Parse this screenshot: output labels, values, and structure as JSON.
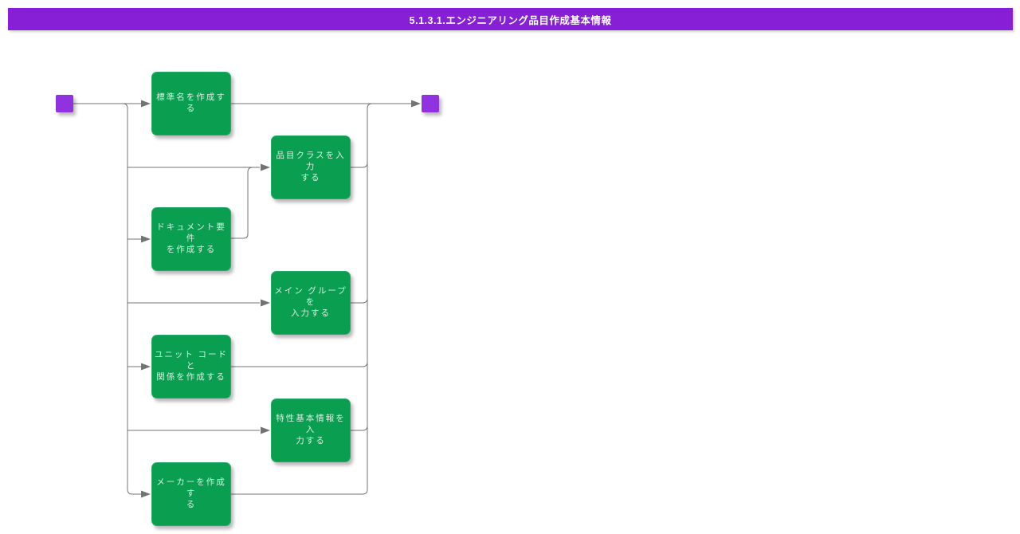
{
  "header": {
    "title": "5.1.3.1.エンジニアリング品目作成基本情報"
  },
  "diagram": {
    "type": "activity-flow",
    "start_node": "start",
    "end_node": "end",
    "activities": [
      {
        "id": "create-standard-name",
        "label": "標準名を作成する"
      },
      {
        "id": "enter-item-class",
        "label": "品目クラスを入力\nする"
      },
      {
        "id": "create-document-requirements",
        "label": "ドキュメント要件\nを作成する"
      },
      {
        "id": "enter-main-group",
        "label": "メイン グループを\n入力する"
      },
      {
        "id": "create-unit-code-relations",
        "label": "ユニット コードと\n関係を作成する"
      },
      {
        "id": "enter-characteristic-basic-info",
        "label": "特性基本情報を入\n力する"
      },
      {
        "id": "create-manufacturer",
        "label": "メーカーを作成す\nる"
      }
    ],
    "edges": [
      {
        "from": "start",
        "to": "create-standard-name"
      },
      {
        "from": "start",
        "to": "enter-item-class"
      },
      {
        "from": "start",
        "to": "create-document-requirements"
      },
      {
        "from": "start",
        "to": "enter-main-group"
      },
      {
        "from": "start",
        "to": "create-unit-code-relations"
      },
      {
        "from": "start",
        "to": "enter-characteristic-basic-info"
      },
      {
        "from": "start",
        "to": "create-manufacturer"
      },
      {
        "from": "create-document-requirements",
        "to": "enter-item-class"
      },
      {
        "from": "create-standard-name",
        "to": "end"
      },
      {
        "from": "enter-item-class",
        "to": "end"
      },
      {
        "from": "enter-main-group",
        "to": "end"
      },
      {
        "from": "create-unit-code-relations",
        "to": "end"
      },
      {
        "from": "enter-characteristic-basic-info",
        "to": "end"
      },
      {
        "from": "create-manufacturer",
        "to": "end"
      }
    ],
    "colors": {
      "header_fill": "#871fd7",
      "header_text": "#ffffff",
      "terminal_fill": "#9132e0",
      "activity_fill": "#0a9e50",
      "activity_border": "#27aa66",
      "activity_text": "#d8efe1",
      "connector": "#737373",
      "background": "#ffffff"
    }
  }
}
